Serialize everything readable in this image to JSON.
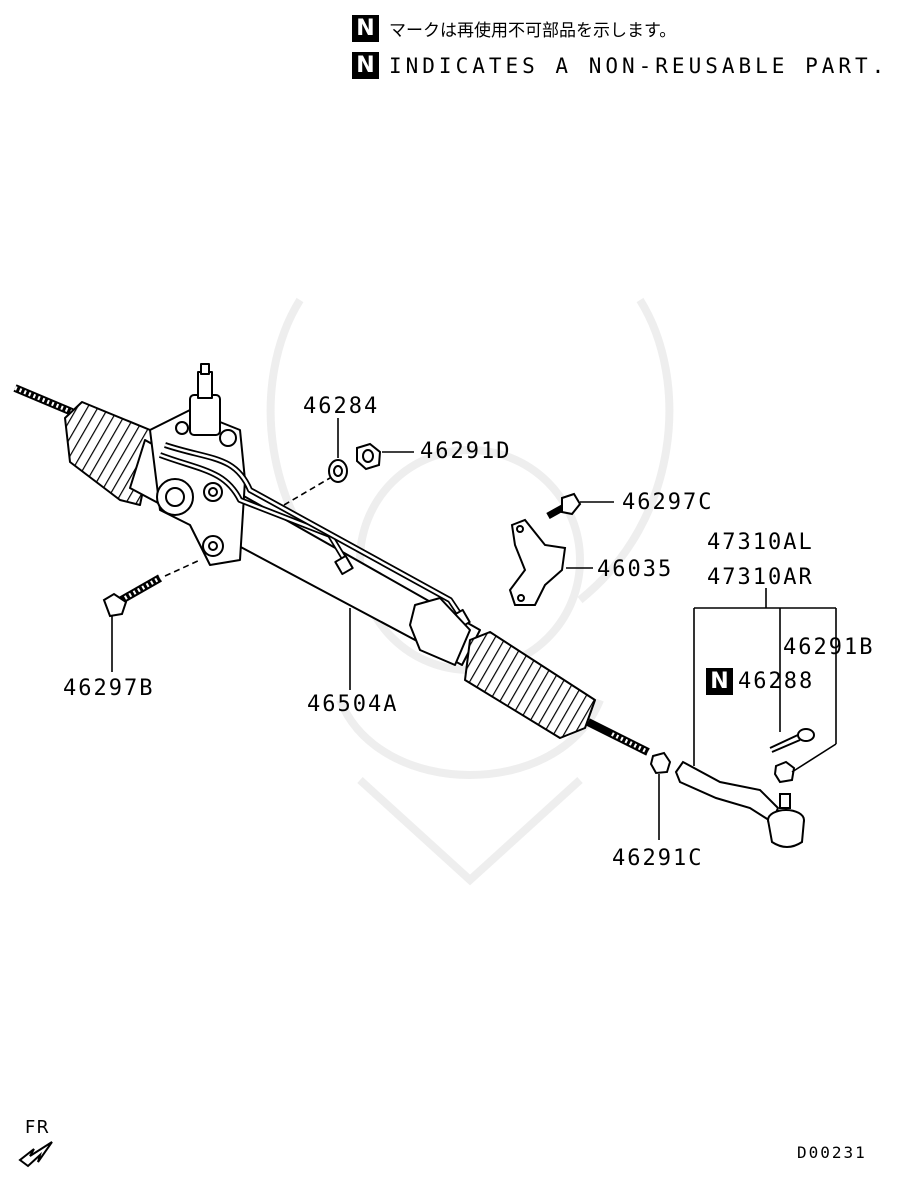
{
  "legend": {
    "symbol": "N",
    "japanese": "マークは再使用不可部品を示します。",
    "english": "INDICATES A NON-REUSABLE PART."
  },
  "parts": {
    "p46284": "46284",
    "p46291D": "46291D",
    "p46297C": "46297C",
    "p47310AL": "47310AL",
    "p47310AR": "47310AR",
    "p46035": "46035",
    "p46291B": "46291B",
    "p46288": "46288",
    "p46297B": "46297B",
    "p46504A": "46504A",
    "p46291C": "46291C"
  },
  "footer": {
    "direction": "FR",
    "diagram_code": "D00231"
  }
}
